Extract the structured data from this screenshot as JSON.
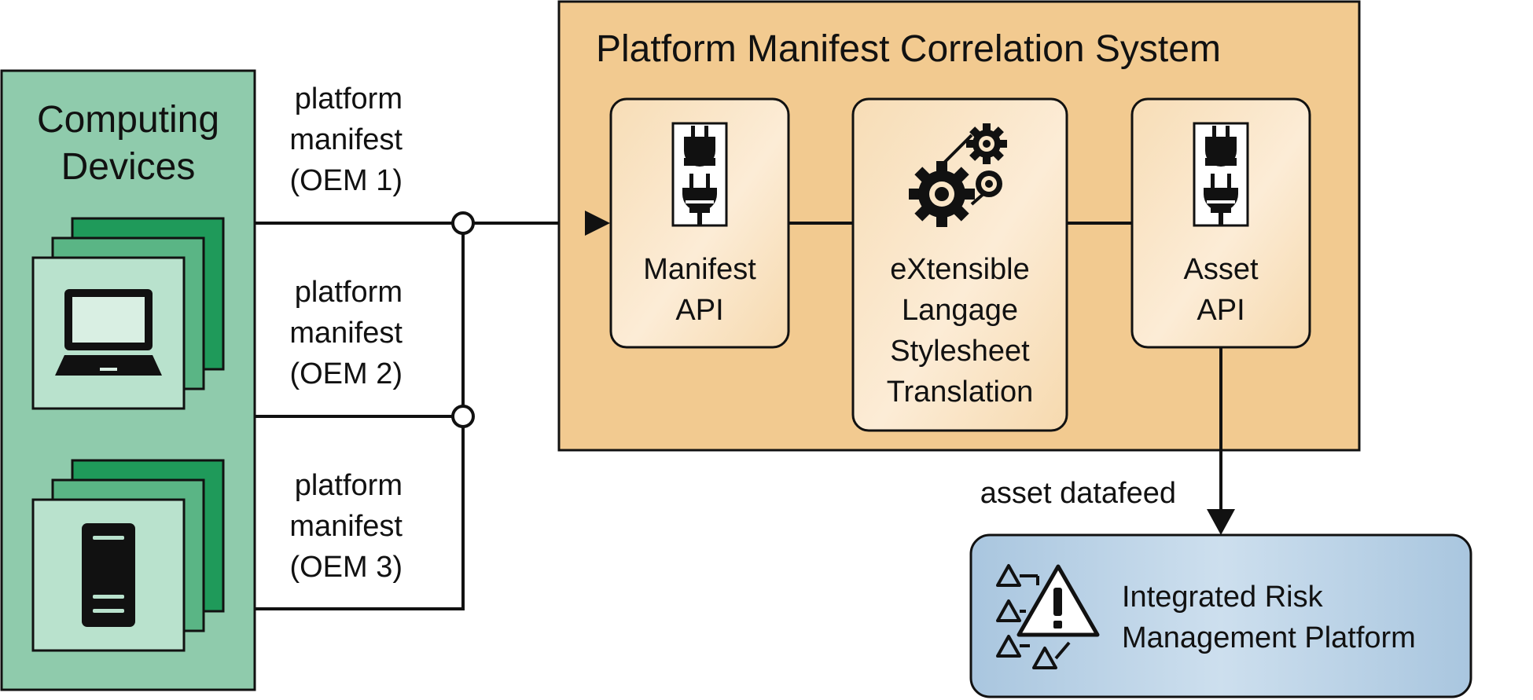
{
  "devices": {
    "title_line1": "Computing",
    "title_line2": "Devices"
  },
  "manifests": [
    {
      "line1": "platform",
      "line2": "manifest",
      "line3": "(OEM 1)"
    },
    {
      "line1": "platform",
      "line2": "manifest",
      "line3": "(OEM 2)"
    },
    {
      "line1": "platform",
      "line2": "manifest",
      "line3": "(OEM 3)"
    }
  ],
  "system": {
    "title": "Platform Manifest Correlation System",
    "manifest_api": {
      "line1": "Manifest",
      "line2": "API"
    },
    "xslt": {
      "line1": "eXtensible",
      "line2": "Langage",
      "line3": "Stylesheet",
      "line4": "Translation"
    },
    "asset_api": {
      "line1": "Asset",
      "line2": "API"
    }
  },
  "datafeed_label": "asset datafeed",
  "irm": {
    "line1": "Integrated Risk",
    "line2": "Management Platform"
  },
  "colors": {
    "devices_bg": "#8fcbac",
    "device_dark": "#1f9a5a",
    "device_mid": "#5ab585",
    "device_light": "#b9e2cd",
    "system_bg": "#f2ca90",
    "component_fill": "#fae6c8",
    "irm_fill": "#bcd3e6"
  }
}
